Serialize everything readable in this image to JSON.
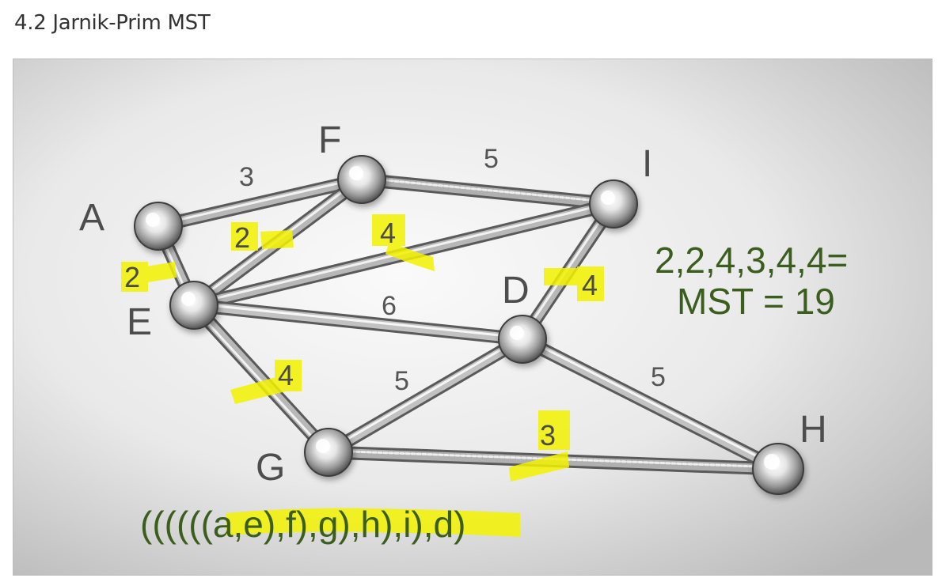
{
  "page": {
    "title": "4.2 Jarnik-Prim MST"
  },
  "diagram": {
    "nodes": [
      {
        "id": "A",
        "label": "A"
      },
      {
        "id": "F",
        "label": "F"
      },
      {
        "id": "I",
        "label": "I"
      },
      {
        "id": "E",
        "label": "E"
      },
      {
        "id": "D",
        "label": "D"
      },
      {
        "id": "G",
        "label": "G"
      },
      {
        "id": "H",
        "label": "H"
      }
    ],
    "edges": [
      {
        "from": "A",
        "to": "F",
        "weight": "3",
        "mst": false
      },
      {
        "from": "F",
        "to": "I",
        "weight": "5",
        "mst": false
      },
      {
        "from": "A",
        "to": "E",
        "weight": "2",
        "mst": true
      },
      {
        "from": "E",
        "to": "F",
        "weight": "2",
        "mst": true
      },
      {
        "from": "E",
        "to": "I",
        "weight": "4",
        "mst": true
      },
      {
        "from": "I",
        "to": "D",
        "weight": "4",
        "mst": true
      },
      {
        "from": "E",
        "to": "D",
        "weight": "6",
        "mst": false
      },
      {
        "from": "E",
        "to": "G",
        "weight": "4",
        "mst": true
      },
      {
        "from": "G",
        "to": "D",
        "weight": "5",
        "mst": false
      },
      {
        "from": "D",
        "to": "H",
        "weight": "5",
        "mst": false
      },
      {
        "from": "G",
        "to": "H",
        "weight": "3",
        "mst": true
      }
    ],
    "sum_line": "2,2,4,3,4,4=",
    "mst_line": "MST = 19",
    "order_expression": "((((((a,e),f),g),h),i),d)",
    "colors": {
      "highlight": "#f2f200",
      "green_text": "#3b5e1f",
      "label_gray": "#4d4d4d"
    }
  }
}
